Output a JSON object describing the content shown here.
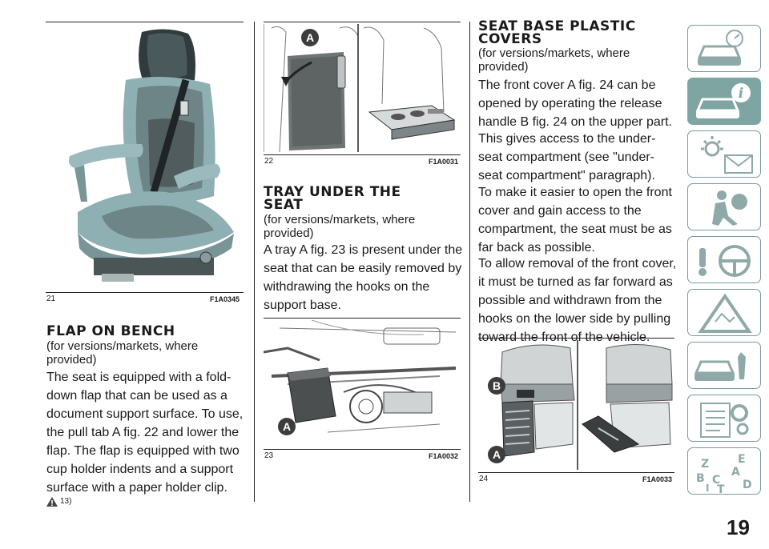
{
  "figures": {
    "fig21": {
      "number": "21",
      "code": "F1A0345"
    },
    "fig22": {
      "number": "22",
      "code": "F1A0031",
      "marker": "A"
    },
    "fig23": {
      "number": "23",
      "code": "F1A0032",
      "marker": "A"
    },
    "fig24": {
      "number": "24",
      "code": "F1A0033",
      "marker_b": "B",
      "marker_a": "A"
    }
  },
  "col1": {
    "heading": "FLAP ON BENCH",
    "subtitle": "(for versions/markets, where provided)",
    "paragraph": "The seat is equipped with a fold-down flap that can be used as a document support surface. To use, the pull tab A fig. 22 and lower the flap. The flap is equipped with two cup holder indents and a support surface with a paper holder clip.",
    "warning_ref": "13)"
  },
  "col2": {
    "heading": "TRAY UNDER THE SEAT",
    "subtitle": "(for versions/markets, where provided)",
    "paragraph": "A tray A fig. 23 is present under the seat that can be easily removed by withdrawing the hooks on the support base."
  },
  "col3": {
    "heading": "SEAT BASE PLASTIC COVERS",
    "subtitle": "(for versions/markets, where provided)",
    "paragraphs": [
      "The front cover A fig. 24 can be opened by operating the release handle B fig. 24 on the upper part.",
      "This gives access to the under-seat compartment (see \"under-seat compartment\" paragraph).",
      "To make it easier to open the front cover and gain access to the compartment, the seat must be as far back as possible.",
      "To allow removal of the front cover, it must be turned as far forward as possible and withdrawn from the hooks on the lower side by pulling toward the front of the vehicle."
    ]
  },
  "page_number": "19",
  "sidebar_tabs": [
    {
      "icon": "car-dashboard-icon",
      "active": false
    },
    {
      "icon": "car-info-icon",
      "active": true
    },
    {
      "icon": "lights-messages-icon",
      "active": false
    },
    {
      "icon": "airbag-safety-icon",
      "active": false
    },
    {
      "icon": "steering-starting-icon",
      "active": false
    },
    {
      "icon": "emergency-triangle-icon",
      "active": false
    },
    {
      "icon": "maintenance-icon",
      "active": false
    },
    {
      "icon": "technical-data-icon",
      "active": false
    },
    {
      "icon": "alphabetical-index-icon",
      "active": false
    }
  ],
  "index_icon_letters": [
    "Z",
    "E",
    "A",
    "B",
    "C",
    "D",
    "T",
    "I"
  ],
  "colors": {
    "accent": "#7fa5a3",
    "seat": "#8fb0b3",
    "text": "#1a1a1a"
  }
}
